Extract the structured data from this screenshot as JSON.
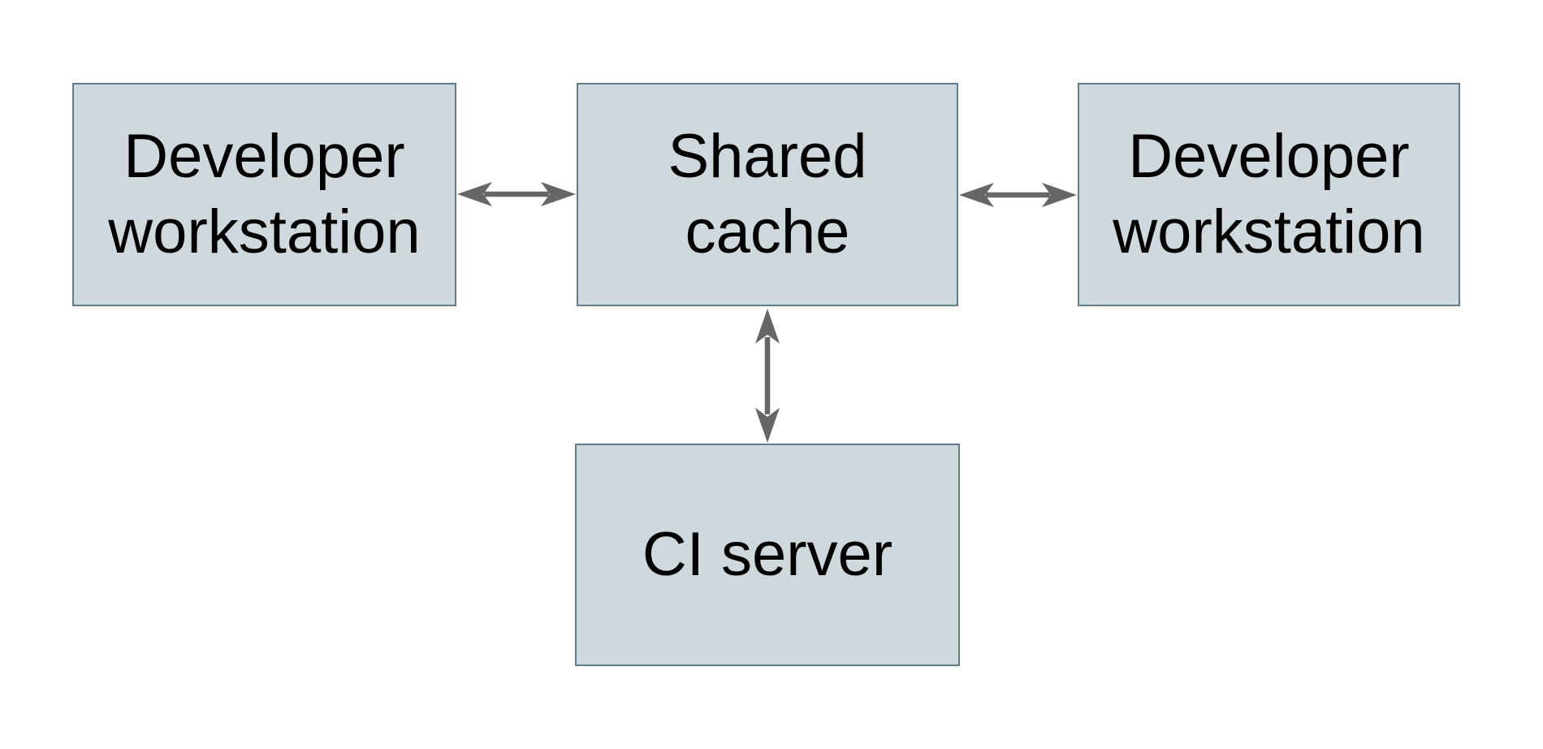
{
  "diagram": {
    "nodes": {
      "developer_workstation_left": {
        "line1": "Developer",
        "line2": "workstation"
      },
      "shared_cache": {
        "line1": "Shared",
        "line2": "cache"
      },
      "developer_workstation_right": {
        "line1": "Developer",
        "line2": "workstation"
      },
      "ci_server": {
        "line1": "CI server"
      }
    },
    "edges": [
      {
        "from": "developer_workstation_left",
        "to": "shared_cache",
        "type": "bidirectional"
      },
      {
        "from": "shared_cache",
        "to": "developer_workstation_right",
        "type": "bidirectional"
      },
      {
        "from": "shared_cache",
        "to": "ci_server",
        "type": "bidirectional"
      }
    ]
  },
  "style": {
    "box_fill": "#cfd8dc",
    "box_border": "#607d8b",
    "arrow_color": "#666666",
    "text_color": "#000000",
    "background": "#ffffff"
  }
}
